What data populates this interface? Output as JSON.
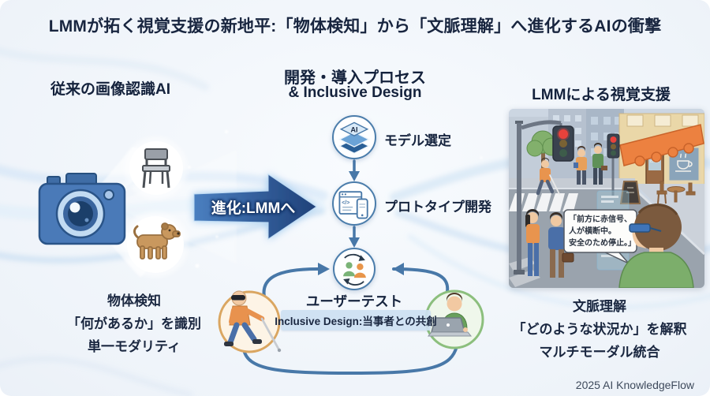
{
  "title": "LMMが拓く視覚支援の新地平:「物体検知」から「文脈理解」へ進化するAIの衝撃",
  "left": {
    "heading": "従来の画像認識AI",
    "detected_objects": [
      "chair",
      "dog"
    ],
    "caption": {
      "line1": "物体検知",
      "line2": "「何があるか」を識別",
      "line3": "単一モダリティ"
    }
  },
  "evolution_arrow": {
    "label": "進化:LMMへ"
  },
  "process": {
    "heading_line1": "開発・導入プロセス",
    "heading_line2": "& Inclusive Design",
    "steps": [
      {
        "label": "モデル選定",
        "icon": "ai-layers-icon",
        "icon_badge": "AI"
      },
      {
        "label": "プロトタイプ開発",
        "icon": "prototype-icon",
        "icon_code": "</>"
      },
      {
        "label": "ユーザーテスト",
        "icon": "user-test-icon"
      }
    ],
    "banner": "Inclusive Design:当事者との共創"
  },
  "right": {
    "heading": "LMMによる視覚支援",
    "scene": {
      "cafe_sign": "CAFE",
      "speech_bubble": {
        "line1": "「前方に赤信号、",
        "line2": "人が横断中。",
        "line3": "安全のため停止。」"
      }
    },
    "caption": {
      "line1": "文脈理解",
      "line2": "「どのような状況か」を解釈",
      "line3": "マルチモーダル統合"
    }
  },
  "footer": {
    "credit": "2025 AI KnowledgeFlow"
  },
  "colors": {
    "accent_navy": "#1b2845",
    "arrow_blue_start": "#4a7fc0",
    "arrow_blue_end": "#1f4179",
    "loop_blue": "#4878a8",
    "banner_bg": "#cfe0f1",
    "blind_circle_border": "#daa661",
    "developer_circle_border": "#8cbf7d",
    "traffic_red": "#e8423c",
    "awning_orange": "#ec8140"
  }
}
